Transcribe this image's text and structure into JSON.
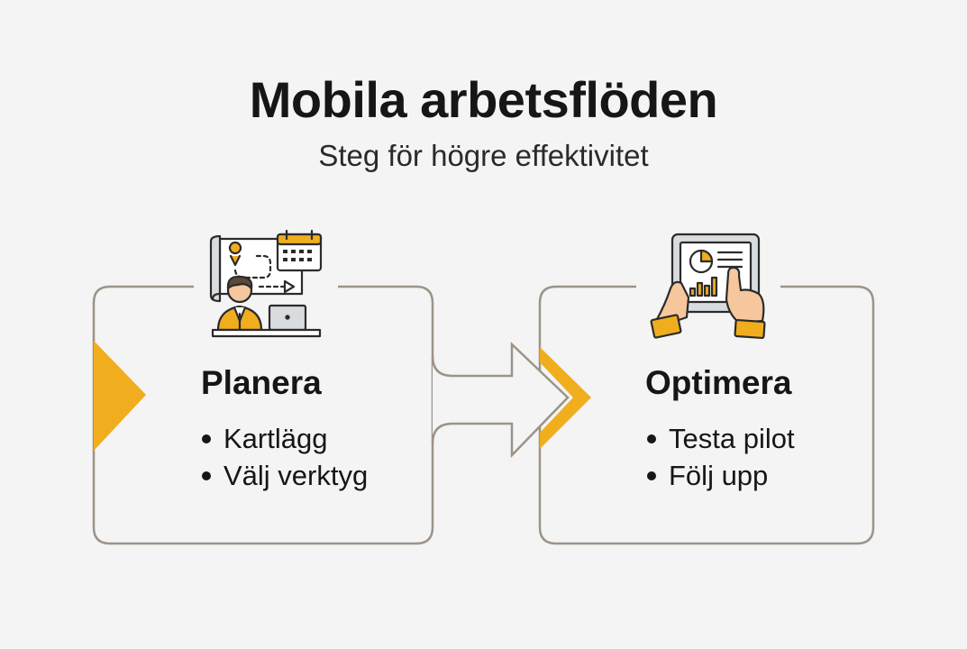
{
  "header": {
    "title": "Mobila arbetsflöden",
    "subtitle": "Steg för högre effektivitet"
  },
  "steps": [
    {
      "heading": "Planera",
      "icon": "planning-icon",
      "bullets": [
        "Kartlägg",
        "Välj verktyg"
      ]
    },
    {
      "heading": "Optimera",
      "icon": "tablet-analytics-icon",
      "bullets": [
        "Testa pilot",
        "Följ upp"
      ]
    }
  ],
  "colors": {
    "accent": "#f0ad1e",
    "outline": "#9d9389",
    "text": "#161616",
    "background": "#f3f4f3"
  }
}
